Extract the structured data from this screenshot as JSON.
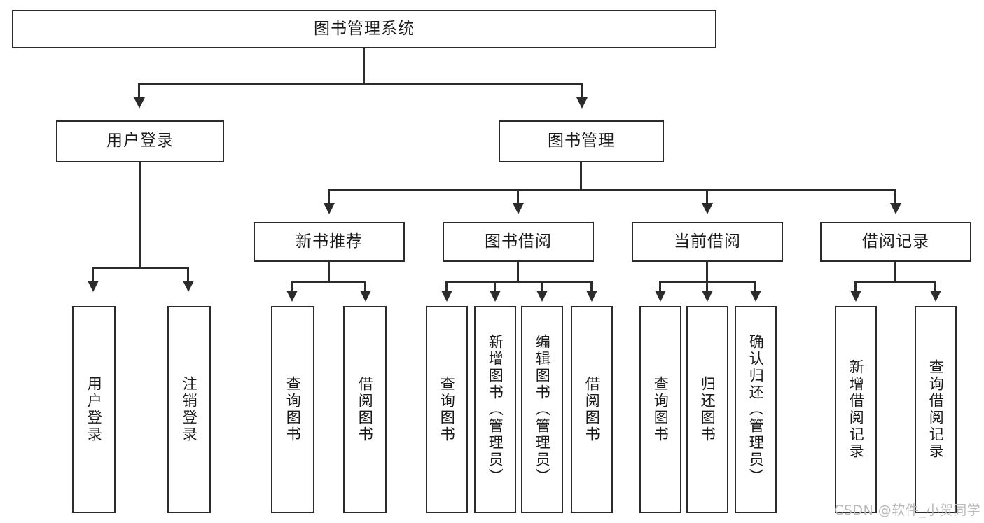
{
  "diagram": {
    "type": "tree-hierarchy-chart",
    "title": "图书管理系统",
    "root": {
      "label": "图书管理系统"
    },
    "level2": [
      {
        "label": "用户登录"
      },
      {
        "label": "图书管理"
      }
    ],
    "level3": [
      {
        "label": "新书推荐"
      },
      {
        "label": "图书借阅"
      },
      {
        "label": "当前借阅"
      },
      {
        "label": "借阅记录"
      }
    ],
    "leaves": {
      "user_login": [
        {
          "label": "用户登录"
        },
        {
          "label": "注销登录"
        }
      ],
      "new_book_recommend": [
        {
          "label": "查询图书"
        },
        {
          "label": "借阅图书"
        }
      ],
      "book_borrow": [
        {
          "label": "查询图书"
        },
        {
          "label": "新增图书（管理员）"
        },
        {
          "label": "编辑图书（管理员）"
        },
        {
          "label": "借阅图书"
        }
      ],
      "current_borrow": [
        {
          "label": "查询图书"
        },
        {
          "label": "归还图书"
        },
        {
          "label": "确认归还（管理员）"
        }
      ],
      "borrow_record": [
        {
          "label": "新增借阅记录"
        },
        {
          "label": "查询借阅记录"
        }
      ]
    }
  },
  "watermark": {
    "text": "CSDN @软件_小贺同学"
  },
  "colors": {
    "stroke": "#2b2b2b",
    "text": "#1a1a1a",
    "background": "#ffffff",
    "watermark": "#b9b9b9"
  }
}
